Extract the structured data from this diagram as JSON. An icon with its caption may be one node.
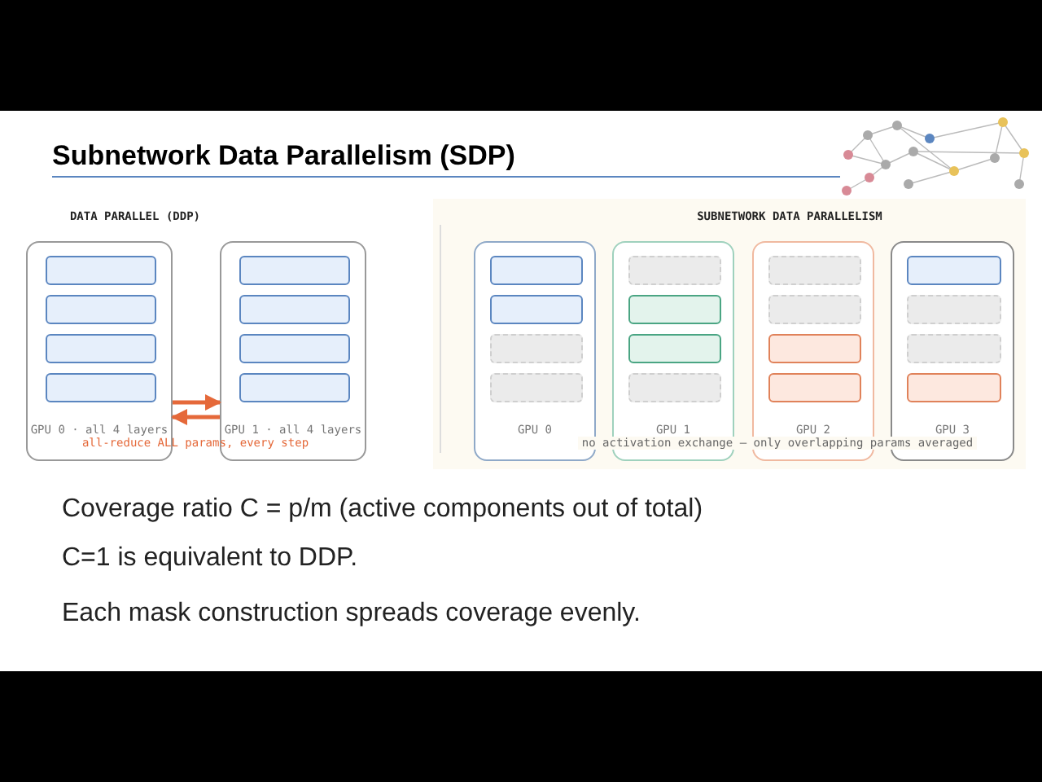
{
  "diagram": {
    "title": "Subnetwork Data Parallelism (SDP)",
    "nodes": [
      {
        "text": [
          "GPU 0 · all 4 layers"
        ]
      },
      {
        "text": [],
        "shape": "box",
        "in": 0
      },
      {
        "text": [],
        "shape": "box",
        "in": 0
      },
      {
        "text": [],
        "shape": "box",
        "in": 0
      },
      {
        "text": [],
        "shape": "box",
        "in": 0
      },
      {
        "text": [
          "GPU 1 · all 4 layers"
        ]
      },
      {
        "text": [],
        "shape": "box",
        "in": 5
      },
      {
        "text": [],
        "shape": "box",
        "in": 5
      },
      {
        "text": [],
        "shape": "box",
        "in": 5
      },
      {
        "text": [],
        "shape": "box",
        "in": 5
      },
      {
        "text": [
          "GPU 0"
        ]
      },
      {
        "text": [],
        "shape": "box",
        "in": 10
      },
      {
        "text": [],
        "shape": "box",
        "in": 10
      },
      {
        "text": [],
        "shape": "box",
        "in": 10
      },
      {
        "text": [],
        "shape": "box",
        "in": 10
      },
      {
        "text": [
          "GPU 1"
        ]
      },
      {
        "text": [],
        "shape": "box",
        "in": 15
      },
      {
        "text": [],
        "shape": "box",
        "in": 15
      },
      {
        "text": [],
        "shape": "box",
        "in": 15
      },
      {
        "text": [],
        "shape": "box",
        "in": 15
      },
      {
        "text": [
          "GPU 2"
        ]
      },
      {
        "text": [],
        "shape": "box",
        "in": 20
      },
      {
        "text": [],
        "shape": "box",
        "in": 20
      },
      {
        "text": [],
        "shape": "box",
        "in": 20
      },
      {
        "text": [],
        "shape": "box",
        "in": 20
      },
      {
        "text": [
          "GPU 3"
        ]
      },
      {
        "text": [],
        "shape": "box",
        "in": 25
      },
      {
        "text": [],
        "shape": "box",
        "in": 25
      },
      {
        "text": [],
        "shape": "box",
        "in": 25
      },
      {
        "text": [],
        "shape": "box",
        "in": 25
      }
    ],
    "edges": [
      {
        "from": 0,
        "to": 5,
        "arrow": "to",
        "color": "#e5693a"
      },
      {
        "from": 5,
        "to": 0,
        "arrow": "to",
        "color": "#e5693a"
      }
    ],
    "labels": [
      "DATA PARALLEL (DDP)",
      "SUBNETWORK DATA PARALLELISM",
      "all-reduce ALL params, every step",
      "no activation exchange — only overlapping params averaged",
      "Coverage ratio C = p/m (active components out of total)",
      "C=1 is equivalent to DDP.",
      "Each mask construction spreads coverage evenly."
    ]
  }
}
